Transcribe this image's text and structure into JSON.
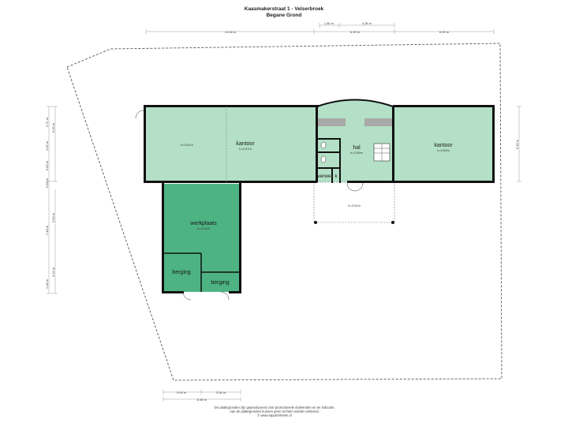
{
  "header": {
    "title": "Kaasmakerstraat 1 - Velserbroek",
    "subtitle": "Begane Grond"
  },
  "rooms": {
    "left_hall_height": "h=3.51m",
    "kantoor_left": "kantoor",
    "kantoor_left_height": "h=2.67m",
    "hal": "hal",
    "hal_height": "h=2.59m",
    "kantoor_right": "kantoor",
    "kantoor_right_height": "h=2.59m",
    "verwer": "verwer",
    "wc": "k",
    "porch_height": "h=3.31m",
    "werkplaats": "werkplaats",
    "werkplaats_height": "h=3.51m",
    "berging_left": "berging",
    "berging_right": "berging"
  },
  "dimensions": {
    "top_total_left": "14.46 m",
    "top_middle_total": "6.39 m",
    "top_right": "6.90 m",
    "top_sub_a": "1.86 m",
    "top_sub_b": "4.38 m",
    "left_a": "2.71 m",
    "left_b": "1.65 m",
    "left_c": "6.86 m",
    "left_d": "6.39 m",
    "left_e": "0.98 m",
    "left_f": "7.48 m",
    "left_g": "3.60 m",
    "left_h": "1.48 m",
    "left_i": "3.25 m",
    "right_a": "6.39 m",
    "bottom_a": "3.09 m",
    "bottom_b": "3.28 m",
    "bottom_total": "6.48 m"
  },
  "footer": {
    "line1": "De plattegronden zijn geproduceerd voor promotionele doeleinden en ter indicatie.",
    "line2": "Aan de plattegronden kunnen geen rechten worden ontleend.",
    "line3": "© www.rapportmeten.nl"
  },
  "colors": {
    "light_green": "#b3e0c6",
    "dark_green": "#4db383",
    "gray_band": "#a9a9a9",
    "wall": "#111111"
  }
}
